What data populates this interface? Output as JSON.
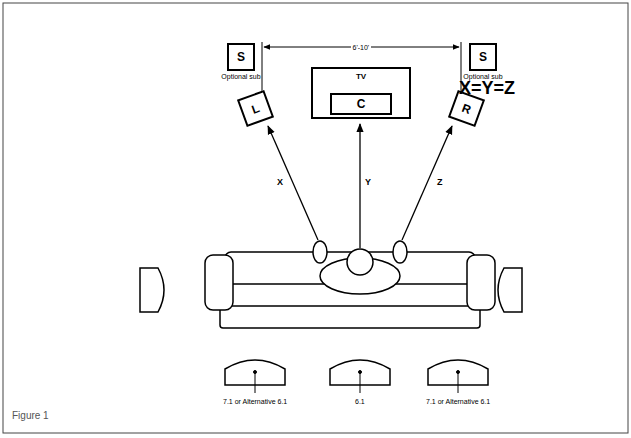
{
  "diagram": {
    "caption": "Figure 1",
    "nodes": [
      {
        "text": [
          "S",
          "Optional sub"
        ]
      },
      {
        "text": [
          "S",
          "Optional sub"
        ]
      },
      {
        "text": [
          "L"
        ]
      },
      {
        "text": [
          "TV"
        ]
      },
      {
        "text": [
          "C"
        ],
        "in": 3
      },
      {
        "text": [
          "R"
        ]
      }
    ],
    "labels": [
      "6'-10'",
      "X=Y=Z",
      "X",
      "Y",
      "Z",
      "7.1 or Alternative 6.1",
      "6.1",
      "7.1 or Alternative 6.1"
    ]
  }
}
